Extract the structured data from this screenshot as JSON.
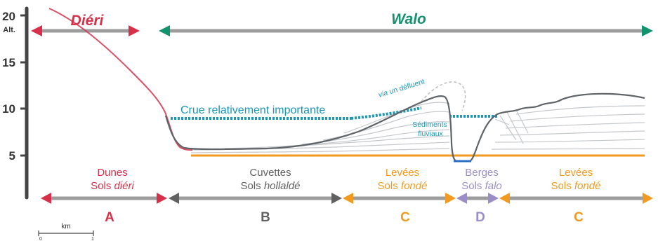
{
  "axis": {
    "ticks": [
      "20",
      "15",
      "10",
      "5"
    ],
    "unit": "Alt."
  },
  "top_zones": {
    "dieri": "Diéri",
    "walo": "Walo"
  },
  "annotations": {
    "flood": "Crue relativement importante",
    "defluent_via": "via",
    "defluent_rest": " un défluent",
    "sediments_line1": "Sédiments",
    "sediments_line2": "fluviaux"
  },
  "units": [
    {
      "title": "Dunes",
      "soil_prefix": "Sols ",
      "soil_name": "diéri",
      "letter": "A",
      "color": "#d7304a"
    },
    {
      "title": "Cuvettes",
      "soil_prefix": "Sols ",
      "soil_name": "hollaldé",
      "letter": "B",
      "color": "#616161"
    },
    {
      "title": "Levées",
      "soil_prefix": "Sols ",
      "soil_name": "fondé",
      "letter": "C",
      "color": "#f29a1f"
    },
    {
      "title": "Berges",
      "soil_prefix": "Sols ",
      "soil_name": "falo",
      "letter": "D",
      "color": "#9b8ec8"
    },
    {
      "title": "Levées",
      "soil_prefix": "Sols ",
      "soil_name": "fondé",
      "letter": "C",
      "color": "#f29a1f"
    }
  ],
  "scale": {
    "unit": "km",
    "start": "0",
    "end": "1"
  },
  "colors": {
    "dieri": "#d7304a",
    "walo": "#12926f",
    "flood": "#1a97b5",
    "baseline": "#f29a1f",
    "terrain": "#5f6469",
    "axis": "#444444"
  }
}
